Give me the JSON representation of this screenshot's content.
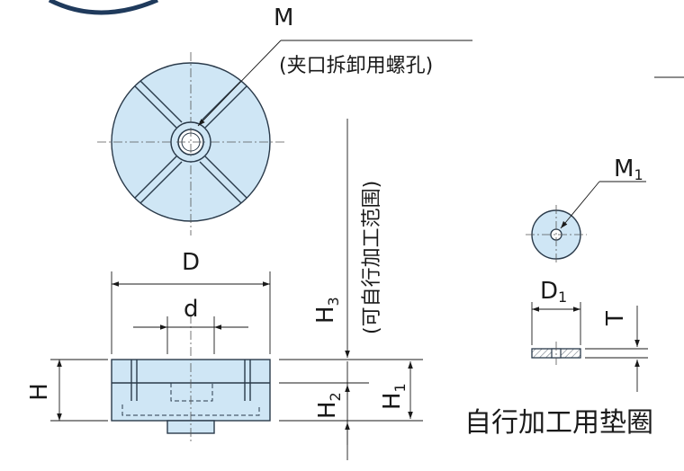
{
  "labels": {
    "m": "M",
    "m_note": "(夹口拆卸用螺孔)",
    "m1_main": "M",
    "m1_sub": "1",
    "d_big": "D",
    "d_small": "d",
    "d1_main": "D",
    "d1_sub": "1",
    "t": "T",
    "h": "H",
    "h1_main": "H",
    "h1_sub": "1",
    "h2_main": "H",
    "h2_sub": "2",
    "h3_main": "H",
    "h3_sub": "3",
    "range_note": "(可自行加工范围)",
    "washer_caption": "自行加工用垫圈"
  },
  "colors": {
    "part_fill": "#cfe6f5",
    "outline": "#2a3a4a",
    "dim": "#1a1a1a"
  }
}
